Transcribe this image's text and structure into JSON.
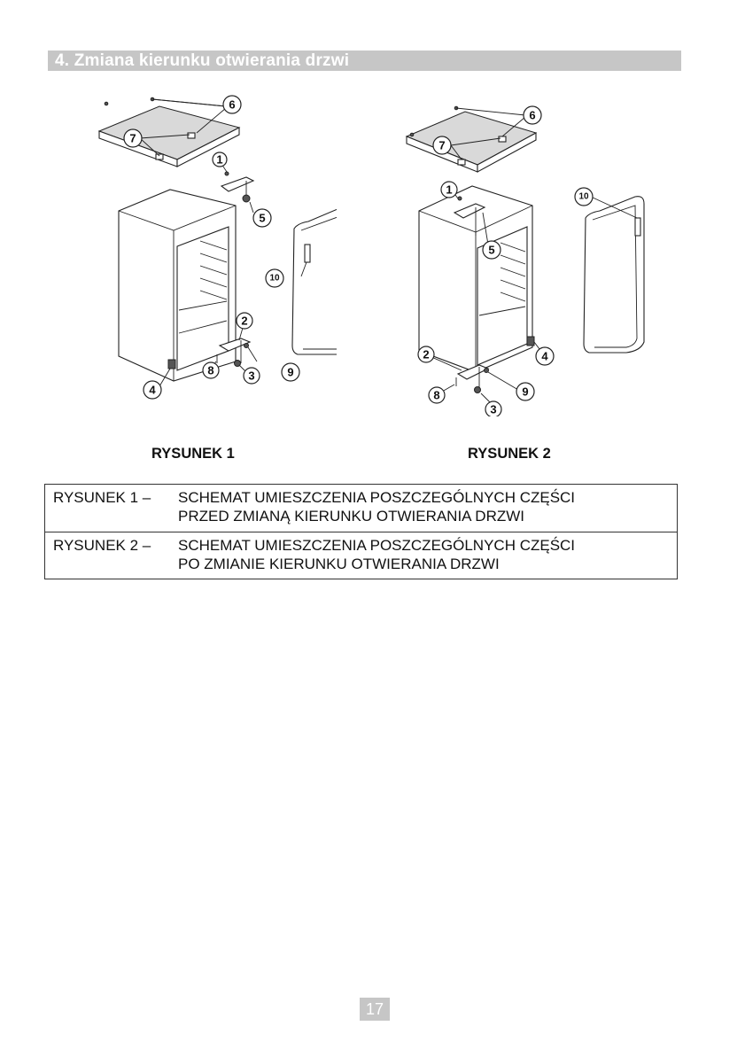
{
  "section": {
    "title": "4. Zmiana kierunku otwierania drzwi"
  },
  "figures": [
    {
      "caption": "RYSUNEK 1",
      "callouts": {
        "1": "1",
        "2": "2",
        "3": "3",
        "4": "4",
        "5": "5",
        "6": "6",
        "7": "7",
        "8": "8",
        "9": "9",
        "10": "10"
      }
    },
    {
      "caption": "RYSUNEK 2",
      "callouts": {
        "1": "1",
        "2": "2",
        "3": "3",
        "4": "4",
        "5": "5",
        "6": "6",
        "7": "7",
        "8": "8",
        "9": "9",
        "10": "10"
      }
    }
  ],
  "legend": [
    {
      "label": "RYSUNEK 1 –",
      "line1": "SCHEMAT UMIESZCZENIA POSZCZEGÓLNYCH CZĘŚCI",
      "line2": "PRZED ZMIANĄ KIERUNKU OTWIERANIA DRZWI"
    },
    {
      "label": "RYSUNEK 2 –",
      "line1": "SCHEMAT UMIESZCZENIA POSZCZEGÓLNYCH CZĘŚCI",
      "line2": "PO ZMIANIE KIERUNKU OTWIERANIA DRZWI"
    }
  ],
  "page": {
    "number": "17"
  }
}
